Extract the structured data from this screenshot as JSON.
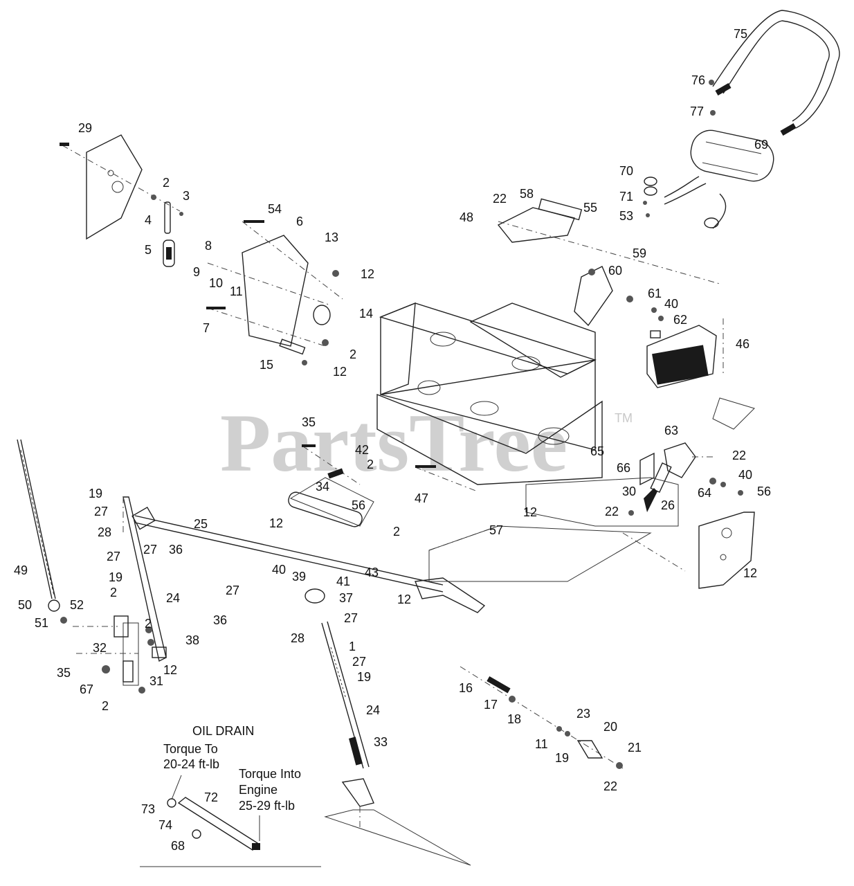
{
  "watermark": {
    "text": "PartsTree",
    "tm": "TM"
  },
  "callouts": [
    "29",
    "2",
    "3",
    "4",
    "5",
    "54",
    "6",
    "13",
    "8",
    "9",
    "10",
    "11",
    "12",
    "7",
    "14",
    "15",
    "2",
    "12",
    "22",
    "58",
    "55",
    "48",
    "59",
    "60",
    "61",
    "40",
    "62",
    "46",
    "70",
    "69",
    "71",
    "53",
    "75",
    "76",
    "77",
    "35",
    "42",
    "2",
    "34",
    "56",
    "47",
    "12",
    "2",
    "12",
    "57",
    "63",
    "22",
    "65",
    "66",
    "64",
    "40",
    "56",
    "30",
    "26",
    "22",
    "12",
    "19",
    "27",
    "28",
    "27",
    "19",
    "2",
    "49",
    "50",
    "51",
    "52",
    "25",
    "27",
    "36",
    "24",
    "2",
    "32",
    "35",
    "67",
    "31",
    "12",
    "38",
    "2",
    "40",
    "39",
    "41",
    "37",
    "27",
    "43",
    "36",
    "27",
    "12",
    "28",
    "1",
    "27",
    "19",
    "24",
    "33",
    "16",
    "17",
    "18",
    "23",
    "20",
    "11",
    "19",
    "21",
    "22",
    "73",
    "74",
    "72",
    "68"
  ],
  "oil_drain_note": {
    "title": "OIL DRAIN",
    "torque_to_line1": "Torque To",
    "torque_to_line2": "20-24 ft-lb",
    "torque_into_line1": "Torque Into",
    "torque_into_line2": "Engine",
    "torque_into_line3": "25-29 ft-lb"
  }
}
